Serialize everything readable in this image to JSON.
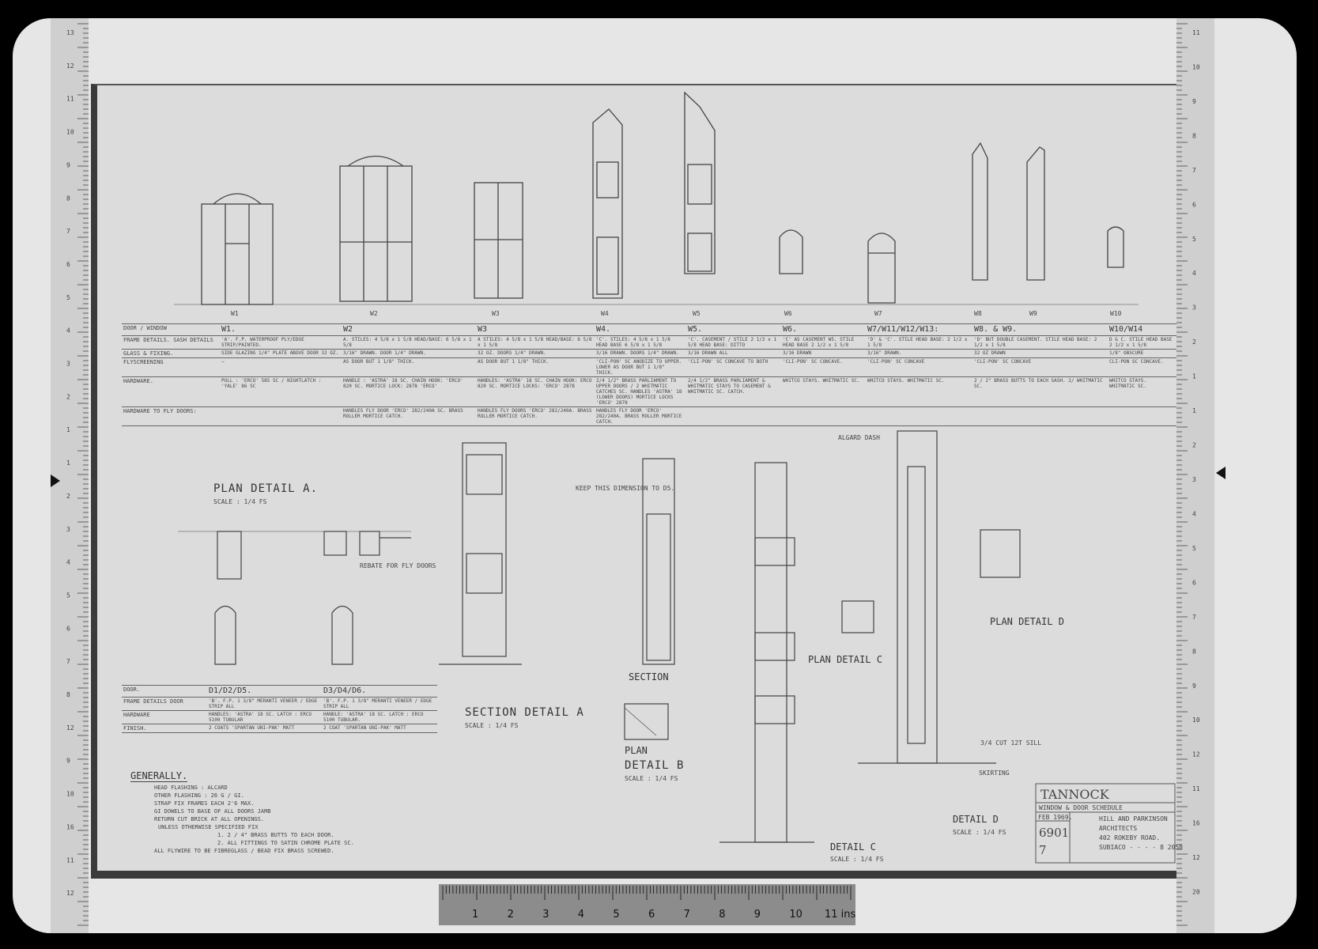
{
  "elevations": {
    "labels": [
      "W1",
      "W2",
      "W3",
      "W4",
      "W5",
      "W6",
      "W7",
      "W8",
      "W9",
      "W10"
    ]
  },
  "schedule": {
    "row_labels": [
      "DOOR / WINDOW",
      "FRAME DETAILS. SASH DETAILS",
      "GLASS & FIXING.",
      "FLYSCREENING",
      "HARDWARE.",
      "HARDWARE TO FLY DOORS:"
    ],
    "columns": [
      {
        "head": "W1.",
        "frame": "'A'. F.P. WATERPROOF PLY/EDGE STRIP/PAINTED.",
        "glass": "SIDE GLAZING 1/4\" PLATE ABOVE DOOR 32 OZ.",
        "fly": "—",
        "hardware": "PULL : 'ERCO' 585 SC / NIGHTLATCH : 'YALE' 86 SC",
        "flydoor": ""
      },
      {
        "head": "W2",
        "frame": "A. STILES: 4 5/8 x 1 5/8 HEAD/BASE: 6 5/8 x 1 5/8",
        "glass": "3/16\" DRAWN. DOOR 1/4\" DRAWN.",
        "fly": "AS DOOR BUT 1 1/8\" THICK.",
        "hardware": "HANDLE : 'ASTRA' 18 SC. CHAIN HOOK: 'ERCO' 820 SC. MORTICE LOCK: 2878 'ERCO'",
        "flydoor": "HANDLES FLY DOOR 'ERCO' 282/240A SC. BRASS ROLLER MORTICE CATCH."
      },
      {
        "head": "W3",
        "frame": "A STILES: 4 5/8 x 1 5/8 HEAD/BASE: 6 5/8 x 1 5/8",
        "glass": "32 OZ. DOORS 1/4\" DRAWN.",
        "fly": "AS DOOR BUT 1 1/8\" THICK.",
        "hardware": "HANDLES: 'ASTRA' 18 SC. CHAIN HOOK: ERCO 820 SC. MORTICE LOCKS: 'ERCO' 2878",
        "flydoor": "HANDLES FLY DOORS 'ERCO' 282/240A. BRASS ROLLER MORTICE CATCH."
      },
      {
        "head": "W4.",
        "frame": "'C'. STILES: 4 5/8 x 1 5/8 HEAD BASE 6 5/8 x 1 5/8",
        "glass": "3/16 DRAWN. DOORS 1/4\" DRAWN.",
        "fly": "'CLI-PON' SC ANODIZE TO UPPER. LOWER AS DOOR BUT 1 1/8\" THICK.",
        "hardware": "2/4 1/2\" BRASS PARLIAMENT TO UPPER DOORS / 2 WHITMATIC CATCHES SC. HANDLES 'ASTRA' 18 (LOWER DOORS) MORTICE LOCKS 'ERCO' 2878",
        "flydoor": "HANDLES FLY DOOR 'ERCO' 282/240A. BRASS ROLLER MORTICE CATCH."
      },
      {
        "head": "W5.",
        "frame": "'C'. CASEMENT / STILE 2 1/2 x 1 5/8 HEAD BASE: DITTO",
        "glass": "3/16 DRAWN ALL",
        "fly": "'CLI-PON' SC CONCAVE TO BOTH",
        "hardware": "2/4 1/2\" BRASS PARLIAMENT & WHITMATIC STAYS TO CASEMENT & WHITMATIC SC. CATCH.",
        "flydoor": ""
      },
      {
        "head": "W6.",
        "frame": "'C' AS CASEMENT W5. STILE HEAD BASE 2 1/2 x 1 5/8",
        "glass": "3/16 DRAWN",
        "fly": "'CLI-PON' SC CONCAVE.",
        "hardware": "WHITCO STAYS. WHITMATIC SC.",
        "flydoor": ""
      },
      {
        "head": "W7/W11/W12/W13:",
        "frame": "'D' & 'C'. STILE HEAD BASE: 2 1/2 x 1 5/8",
        "glass": "3/16\" DRAWN.",
        "fly": "'CLI-PON' SC CONCAVE",
        "hardware": "WHITCO STAYS. WHITMATIC SC.",
        "flydoor": ""
      },
      {
        "head": "W8. & W9.",
        "frame": "'D' BUT DOUBLE CASEMENT. STILE HEAD BASE: 2 1/2 x 1 5/8",
        "glass": "32 OZ DRAWN",
        "fly": "'CLI-PON' SC CONCAVE",
        "hardware": "2 / 2\" BRASS BUTTS TO EACH SASH. 2/ WHITMATIC SC.",
        "flydoor": ""
      },
      {
        "head": "W10/W14",
        "frame": "D & C. STILE HEAD BASE 2 1/2 x 1 5/8",
        "glass": "1/8\" OBSCURE",
        "fly": "CLI-PON SC CONCAVE.",
        "hardware": "WHITCO STAYS. WHITMATIC SC.",
        "flydoor": ""
      }
    ]
  },
  "door_schedule": {
    "row_labels": [
      "DOOR.",
      "FRAME DETAILS DOOR",
      "HARDWARE",
      "FINISH."
    ],
    "columns": [
      {
        "head": "D1/D2/D5.",
        "frame": "'B'. F.P. 1 3/8\" MERANTI VENEER / EDGE STRIP ALL",
        "hardware": "HANDLES: 'ASTRA' 18 SC. LATCH : ERCO 5100 TUBULAR",
        "finish": "2 COATS 'SPARTAN UNI-PAK' MATT"
      },
      {
        "head": "D3/D4/D6.",
        "frame": "'B'. F.P. 1 3/8\" MERANTI VENEER / EDGE STRIP ALL",
        "hardware": "HANDLE: 'ASTRA' 18 SC. LATCH : ERCO 5100 TUBULAR.",
        "finish": "2 COAT 'SPARTAN UNI-PAK' MATT"
      }
    ]
  },
  "notes": {
    "title": "GENERALLY.",
    "lines": [
      "HEAD FLASHING : ALCARD",
      "OTHER FLASHING : 26 G / GI.",
      "STRAP FIX FRAMES EACH 2'6 MAX.",
      "GI DOWELS TO BASE OF ALL DOORS JAMB",
      "RETURN CUT BRICK AT ALL OPENINGS.",
      "UNLESS OTHERWISE SPECIFIED FIX",
      "1. 2 / 4\" BRASS BUTTS TO EACH DOOR.",
      "2. ALL FITTINGS TO SATIN CHROME PLATE SC.",
      "ALL FLYWIRE TO BE FIBREGLASS / BEAD FIX BRASS SCREWED."
    ]
  },
  "details": {
    "plan_a": "PLAN DETAIL A.",
    "plan_a_scale": "SCALE : 1/4 FS",
    "section_a": "SECTION DETAIL A",
    "section_a_scale": "SCALE : 1/4 FS",
    "section": "SECTION",
    "plan_b": "PLAN",
    "plan_b2": "DETAIL B",
    "plan_b_scale": "SCALE : 1/4 FS",
    "detail_c": "DETAIL C",
    "detail_c_scale": "SCALE : 1/4 FS",
    "plan_c": "PLAN DETAIL C",
    "detail_d": "DETAIL D",
    "detail_d_scale": "SCALE : 1/4 FS",
    "plan_d": "PLAN DETAIL D",
    "rebate_note": "REBATE FOR FLY DOORS",
    "keep_note": "KEEP THIS DIMENSION TO D5.",
    "algard": "ALGARD DASH",
    "skirting": "SKIRTING",
    "sill_note": "3/4 CUT 12T SILL"
  },
  "title_block": {
    "client": "TANNOCK",
    "drawing": "WINDOW & DOOR SCHEDULE",
    "date": "FEB 1969.",
    "job_no": "6901",
    "sheet_no": "7",
    "architect": "HILL AND PARKINSON",
    "role": "ARCHITECTS",
    "address": "402 ROKEBY ROAD.",
    "city": "SUBIACO - - - - 8 2058"
  },
  "rulers": {
    "left": [
      "13",
      "12",
      "11",
      "10",
      "9",
      "8",
      "7",
      "6",
      "5",
      "4",
      "3",
      "2",
      "1",
      "1",
      "2",
      "3",
      "4",
      "5",
      "6",
      "7",
      "8",
      "12",
      "9",
      "10",
      "16",
      "11",
      "12"
    ],
    "right": [
      "11",
      "10",
      "9",
      "8",
      "7",
      "6",
      "5",
      "4",
      "3",
      "2",
      "1",
      "1",
      "2",
      "3",
      "4",
      "5",
      "6",
      "7",
      "8",
      "9",
      "10",
      "12",
      "11",
      "16",
      "12",
      "20"
    ],
    "bottom": [
      "1",
      "2",
      "3",
      "4",
      "5",
      "6",
      "7",
      "8",
      "9",
      "10",
      "11 ins"
    ]
  },
  "colors": {
    "paper": "#dcdcdc",
    "frame": "#e6e6e6",
    "ink": "#333333",
    "background": "#000000"
  }
}
